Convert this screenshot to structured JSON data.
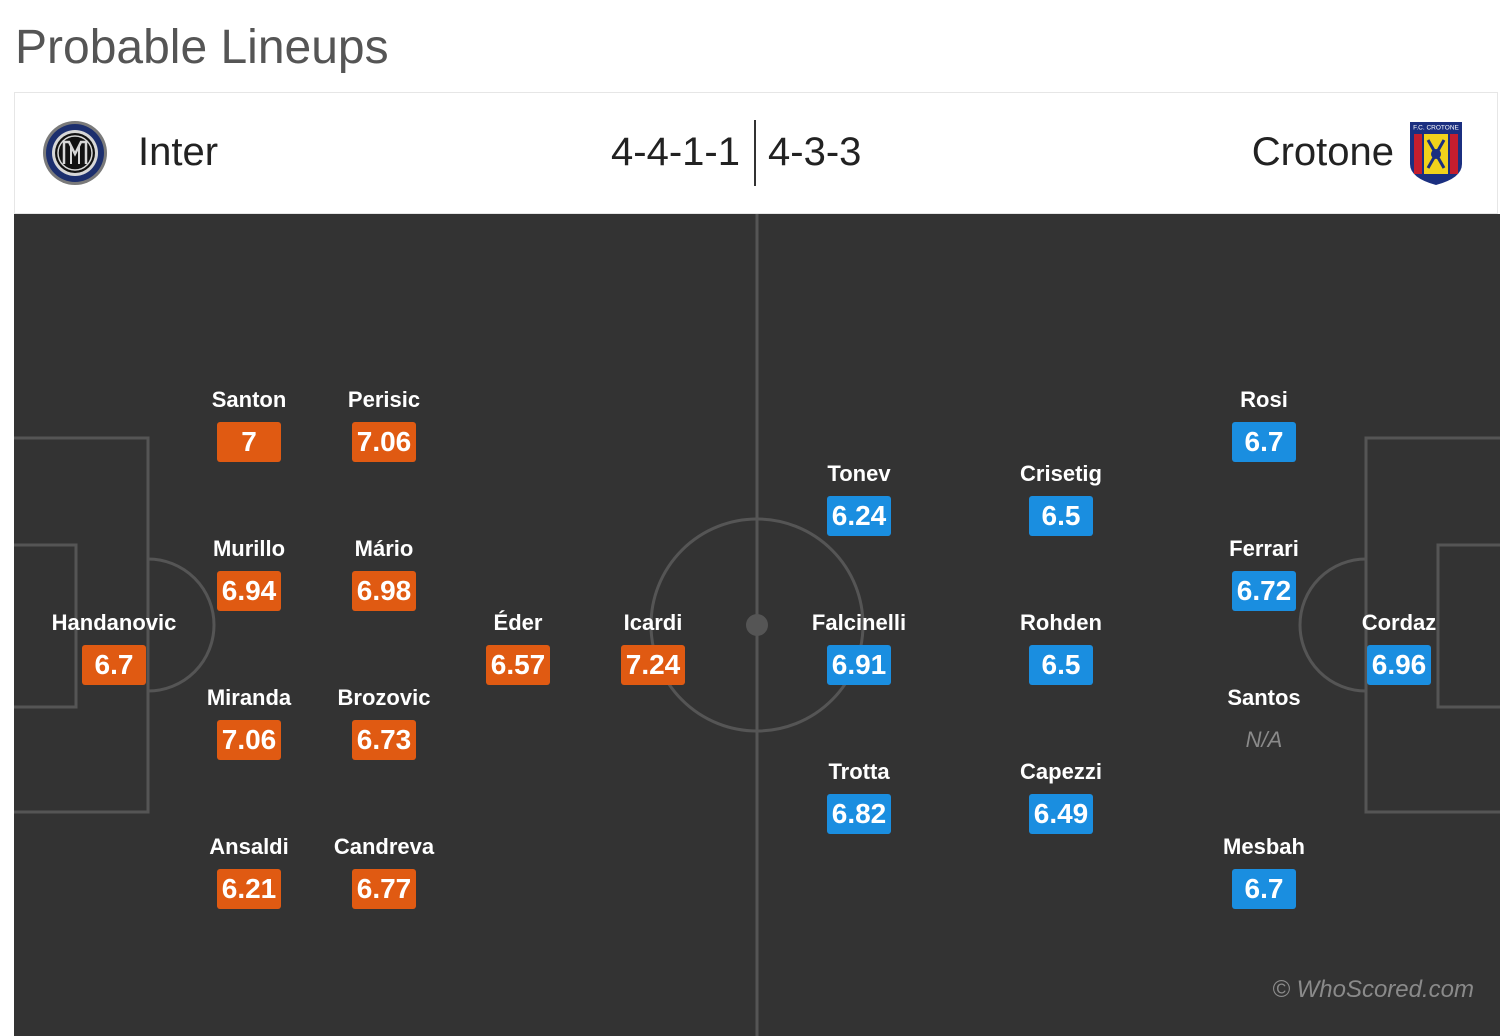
{
  "page": {
    "title": "Probable Lineups",
    "watermark": "© WhoScored.com"
  },
  "colors": {
    "home_rating": "#e05a12",
    "away_rating": "#1a8ee0",
    "pitch": "#333333",
    "pitch_lines": "#555555"
  },
  "header": {
    "home_team": "Inter",
    "home_logo": "inter-crest-icon",
    "home_formation": "4-4-1-1",
    "away_formation": "4-3-3",
    "away_team": "Crotone",
    "away_logo": "crotone-crest-icon",
    "away_logo_text": "F.C. CROTONE"
  },
  "home_players": [
    {
      "name": "Handanovic",
      "rating": "6.7"
    },
    {
      "name": "Santon",
      "rating": "7"
    },
    {
      "name": "Murillo",
      "rating": "6.94"
    },
    {
      "name": "Miranda",
      "rating": "7.06"
    },
    {
      "name": "Ansaldi",
      "rating": "6.21"
    },
    {
      "name": "Perisic",
      "rating": "7.06"
    },
    {
      "name": "Mário",
      "rating": "6.98"
    },
    {
      "name": "Brozovic",
      "rating": "6.73"
    },
    {
      "name": "Candreva",
      "rating": "6.77"
    },
    {
      "name": "Éder",
      "rating": "6.57"
    },
    {
      "name": "Icardi",
      "rating": "7.24"
    }
  ],
  "away_players": [
    {
      "name": "Tonev",
      "rating": "6.24"
    },
    {
      "name": "Falcinelli",
      "rating": "6.91"
    },
    {
      "name": "Trotta",
      "rating": "6.82"
    },
    {
      "name": "Crisetig",
      "rating": "6.5"
    },
    {
      "name": "Rohden",
      "rating": "6.5"
    },
    {
      "name": "Capezzi",
      "rating": "6.49"
    },
    {
      "name": "Rosi",
      "rating": "6.7"
    },
    {
      "name": "Ferrari",
      "rating": "6.72"
    },
    {
      "name": "Santos",
      "rating": "N/A"
    },
    {
      "name": "Mesbah",
      "rating": "6.7"
    },
    {
      "name": "Cordaz",
      "rating": "6.96"
    }
  ]
}
